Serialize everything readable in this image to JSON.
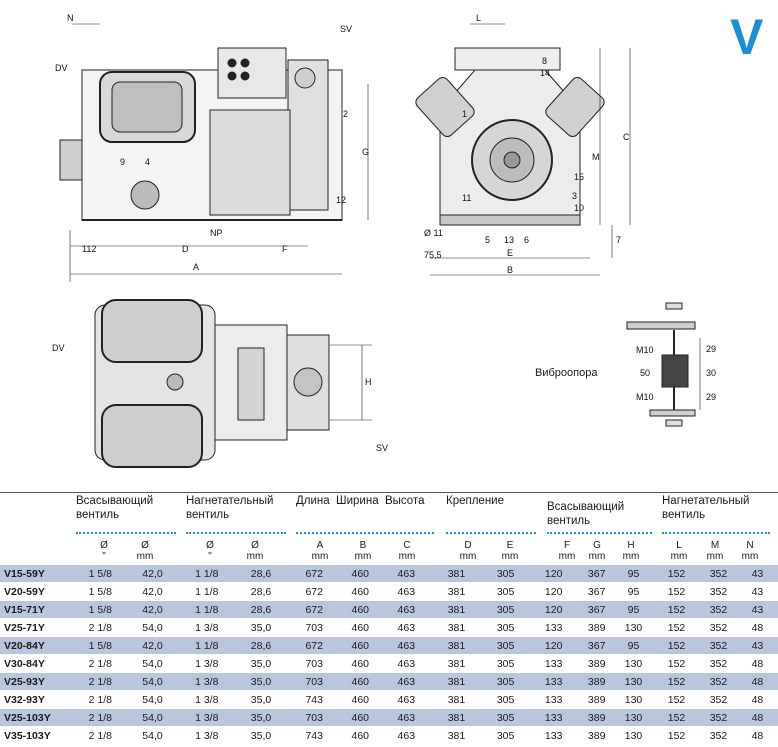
{
  "series_letter": "V",
  "drawing": {
    "front_labels": [
      "N",
      "DV",
      "SV",
      "2",
      "4",
      "9",
      "G",
      "12",
      "NP",
      "112",
      "D",
      "F",
      "A"
    ],
    "side_labels": [
      "L",
      "8",
      "14",
      "1",
      "15",
      "3",
      "10",
      "11",
      "5",
      "13",
      "6",
      "C",
      "M",
      "7",
      "Ø 11",
      "75,5",
      "E",
      "B"
    ],
    "top_labels": [
      "DV",
      "H",
      "SV"
    ],
    "vibro": {
      "title": "Виброопора",
      "labels": [
        "M10",
        "50",
        "M10",
        "29",
        "30",
        "29"
      ]
    }
  },
  "table": {
    "groups": [
      "Всасывающий\nвентиль",
      "Нагнетательный\nвентиль",
      "Длина  Ширина  Высота",
      "Крепление",
      "Всасывающий\nвентиль",
      "Нагнетательный\nвентиль"
    ],
    "subheaders": [
      "Ø\n\"",
      "Ø\nmm",
      "Ø\n\"",
      "Ø\nmm",
      "A\nmm",
      "B\nmm",
      "C\nmm",
      "D\nmm",
      "E\nmm",
      "F\nmm",
      "G\nmm",
      "H\nmm",
      "L\nmm",
      "M\nmm",
      "N\nmm"
    ],
    "rows": [
      [
        "V15-59Y",
        "1 5/8",
        "42,0",
        "1 1/8",
        "28,6",
        "672",
        "460",
        "463",
        "381",
        "305",
        "120",
        "367",
        "95",
        "152",
        "352",
        "43"
      ],
      [
        "V20-59Y",
        "1 5/8",
        "42,0",
        "1 1/8",
        "28,6",
        "672",
        "460",
        "463",
        "381",
        "305",
        "120",
        "367",
        "95",
        "152",
        "352",
        "43"
      ],
      [
        "V15-71Y",
        "1 5/8",
        "42,0",
        "1 1/8",
        "28,6",
        "672",
        "460",
        "463",
        "381",
        "305",
        "120",
        "367",
        "95",
        "152",
        "352",
        "43"
      ],
      [
        "V25-71Y",
        "2 1/8",
        "54,0",
        "1 3/8",
        "35,0",
        "703",
        "460",
        "463",
        "381",
        "305",
        "133",
        "389",
        "130",
        "152",
        "352",
        "48"
      ],
      [
        "V20-84Y",
        "1 5/8",
        "42,0",
        "1 1/8",
        "28,6",
        "672",
        "460",
        "463",
        "381",
        "305",
        "120",
        "367",
        "95",
        "152",
        "352",
        "43"
      ],
      [
        "V30-84Y",
        "2 1/8",
        "54,0",
        "1 3/8",
        "35,0",
        "703",
        "460",
        "463",
        "381",
        "305",
        "133",
        "389",
        "130",
        "152",
        "352",
        "48"
      ],
      [
        "V25-93Y",
        "2 1/8",
        "54,0",
        "1 3/8",
        "35,0",
        "703",
        "460",
        "463",
        "381",
        "305",
        "133",
        "389",
        "130",
        "152",
        "352",
        "48"
      ],
      [
        "V32-93Y",
        "2 1/8",
        "54,0",
        "1 3/8",
        "35,0",
        "743",
        "460",
        "463",
        "381",
        "305",
        "133",
        "389",
        "130",
        "152",
        "352",
        "48"
      ],
      [
        "V25-103Y",
        "2 1/8",
        "54,0",
        "1 3/8",
        "35,0",
        "703",
        "460",
        "463",
        "381",
        "305",
        "133",
        "389",
        "130",
        "152",
        "352",
        "48"
      ],
      [
        "V35-103Y",
        "2 1/8",
        "54,0",
        "1 3/8",
        "35,0",
        "743",
        "460",
        "463",
        "381",
        "305",
        "133",
        "389",
        "130",
        "152",
        "352",
        "48"
      ]
    ]
  }
}
